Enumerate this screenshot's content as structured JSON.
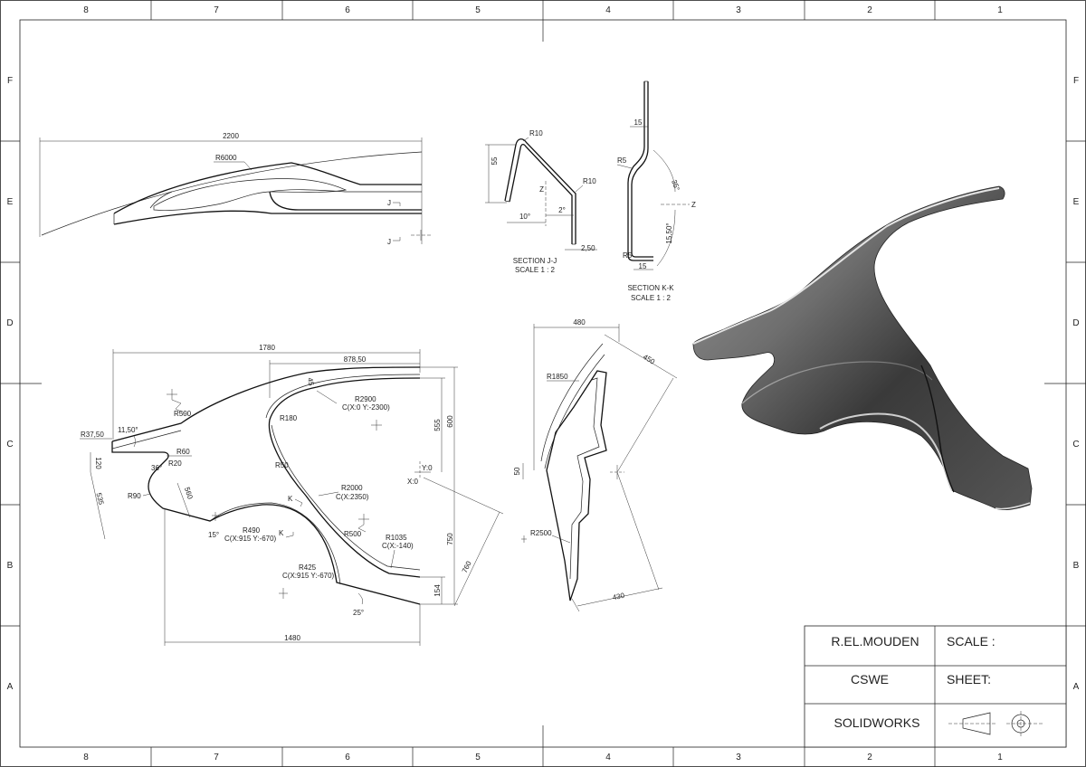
{
  "zones": {
    "columns": [
      "8",
      "7",
      "6",
      "5",
      "4",
      "3",
      "2",
      "1"
    ],
    "rows": [
      "F",
      "E",
      "D",
      "C",
      "B",
      "A"
    ]
  },
  "title_block": {
    "author": "R.EL.MOUDEN",
    "scale_label": "SCALE :",
    "standard": "CSWE",
    "sheet_label": "SHEET:",
    "software": "SOLIDWORKS"
  },
  "top_view": {
    "dim_length": "2200",
    "radius": "R6000",
    "section_mark_top": "J",
    "section_mark_bottom": "J"
  },
  "section_jj": {
    "r_top": "R10",
    "r_right": "R10",
    "dim_height": "55",
    "axis": "Z",
    "angle_left": "10°",
    "angle_right": "2°",
    "thickness": "2,50",
    "title": "SECTION J-J",
    "scale": "SCALE 1 : 2"
  },
  "section_kk": {
    "dim_top": "15",
    "r_upper": "R5",
    "angle": "35°",
    "axis": "Z",
    "angle_lower": "15,50°",
    "r_lower": "R5",
    "dim_bottom": "15",
    "title": "SECTION K-K",
    "scale": "SCALE 1 : 2"
  },
  "side_view": {
    "dim_1780": "1780",
    "dim_878": "878,50",
    "dim_45": "45",
    "r2900": "R2900",
    "c_2900": "C(X:0 Y:-2300)",
    "r180": "R180",
    "r500_top": "R500",
    "angle_1150": "11,50°",
    "r3750": "R37,50",
    "r60": "R60",
    "dim_120": "120",
    "angle_36": "36°",
    "r20": "R20",
    "dim_535": "535",
    "r90": "R90",
    "dim_560": "560",
    "r50": "R50",
    "dim_555": "555",
    "dim_600": "600",
    "y0": "Y:0",
    "x0": "X:0",
    "r2000": "R2000",
    "c_2350": "C(X:2350)",
    "k_mark": "K",
    "r490": "R490",
    "c_915_670_a": "C(X:915 Y:-670)",
    "angle_15": "15°",
    "r500_bottom": "R500",
    "k_mark2": "K",
    "r1035": "R1035",
    "c_140": "C(X:-140)",
    "r425": "R425",
    "c_915_670_b": "C(X:915 Y:-670)",
    "dim_750": "750",
    "dim_760": "760",
    "dim_154": "154",
    "angle_25": "25°",
    "dim_1480": "1480"
  },
  "rear_view": {
    "dim_480": "480",
    "dim_450": "450",
    "r1850": "R1850",
    "dim_50": "50",
    "r2500": "R2500",
    "dim_430": "430"
  }
}
